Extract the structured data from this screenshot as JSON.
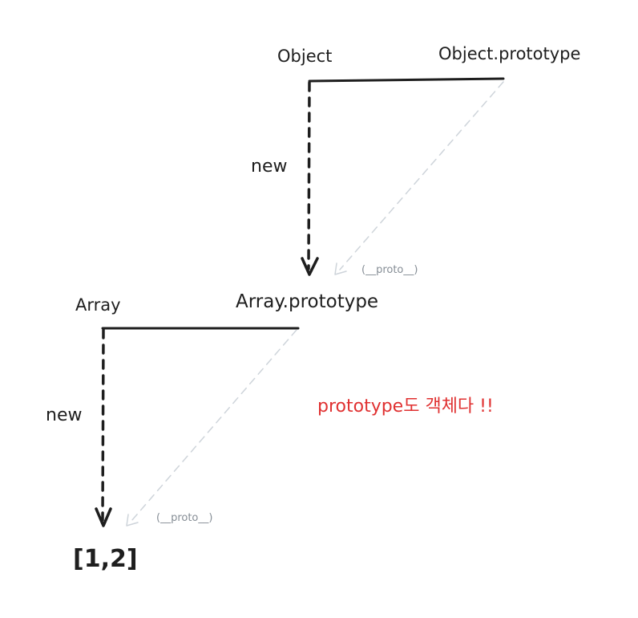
{
  "diagram": {
    "nodes": {
      "object": "Object",
      "object_prototype": "Object.prototype",
      "array": "Array",
      "array_prototype": "Array.prototype",
      "instance": "[1,2]"
    },
    "edges": {
      "new_upper": "new",
      "new_lower": "new",
      "proto_upper": "(__proto__)",
      "proto_lower": "(__proto__)"
    },
    "note": "prototype도 객체다 !!"
  },
  "colors": {
    "ink": "#1e1e1e",
    "proto_arrow": "#ced4da",
    "proto_label": "#868e96",
    "note": "#e03131"
  }
}
